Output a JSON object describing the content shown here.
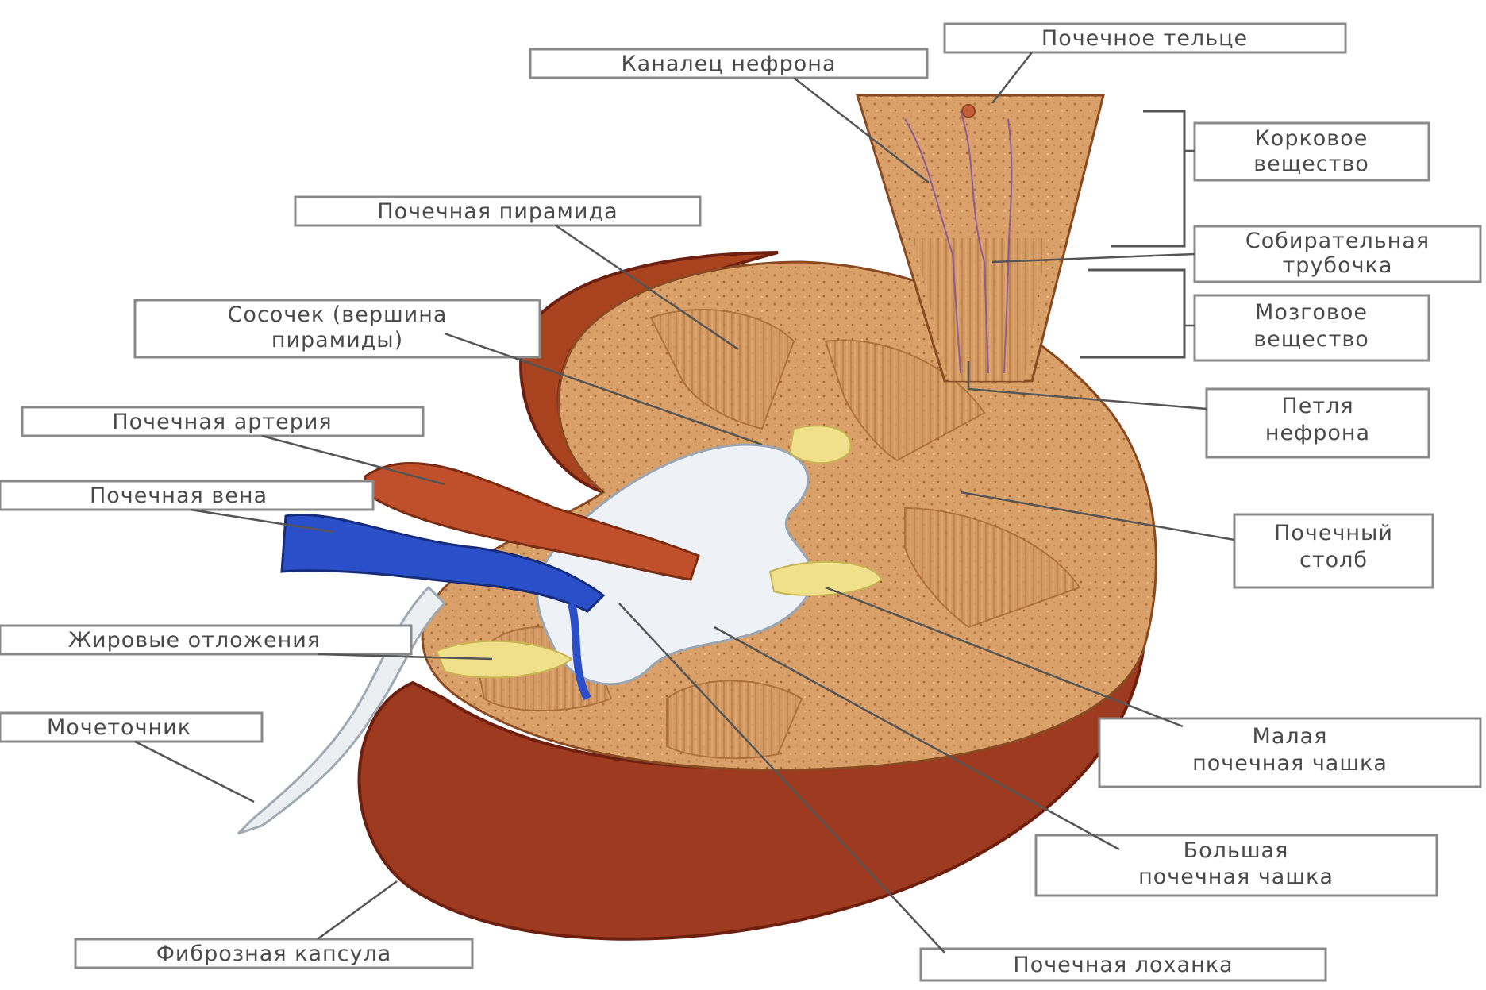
{
  "diagram": {
    "labels": {
      "renal_corpuscle": "Почечное тельце",
      "nephron_tubule": "Каналец нефрона",
      "cortex_line1": "Корковое",
      "cortex_line2": "вещество",
      "renal_pyramid": "Почечная пирамида",
      "collecting_tube_line1": "Собирательная",
      "collecting_tube_line2": "трубочка",
      "papilla_line1": "Сосочек (вершина",
      "papilla_line2": "пирамиды)",
      "medulla_line1": "Мозговое",
      "medulla_line2": "вещество",
      "renal_artery": "Почечная артерия",
      "nephron_loop_line1": "Петля",
      "nephron_loop_line2": "нефрона",
      "renal_vein": "Почечная вена",
      "renal_column_line1": "Почечный",
      "renal_column_line2": "столб",
      "fat_deposits": "Жировые отложения",
      "ureter": "Мочеточник",
      "minor_calyx_line1": "Малая",
      "minor_calyx_line2": "почечная чашка",
      "major_calyx_line1": "Большая",
      "major_calyx_line2": "почечная чашка",
      "fibrous_capsule": "Фиброзная капсула",
      "renal_pelvis": "Почечная лоханка"
    },
    "colors": {
      "capsule": "#9e3a1f",
      "capsule_dark": "#6e2010",
      "tissue": "#d9a06a",
      "tissue_light": "#e8bf8a",
      "artery": "#c0502c",
      "vein": "#2a4fc9",
      "fat": "#f0e08a",
      "pelvis": "#eef2f6"
    }
  }
}
